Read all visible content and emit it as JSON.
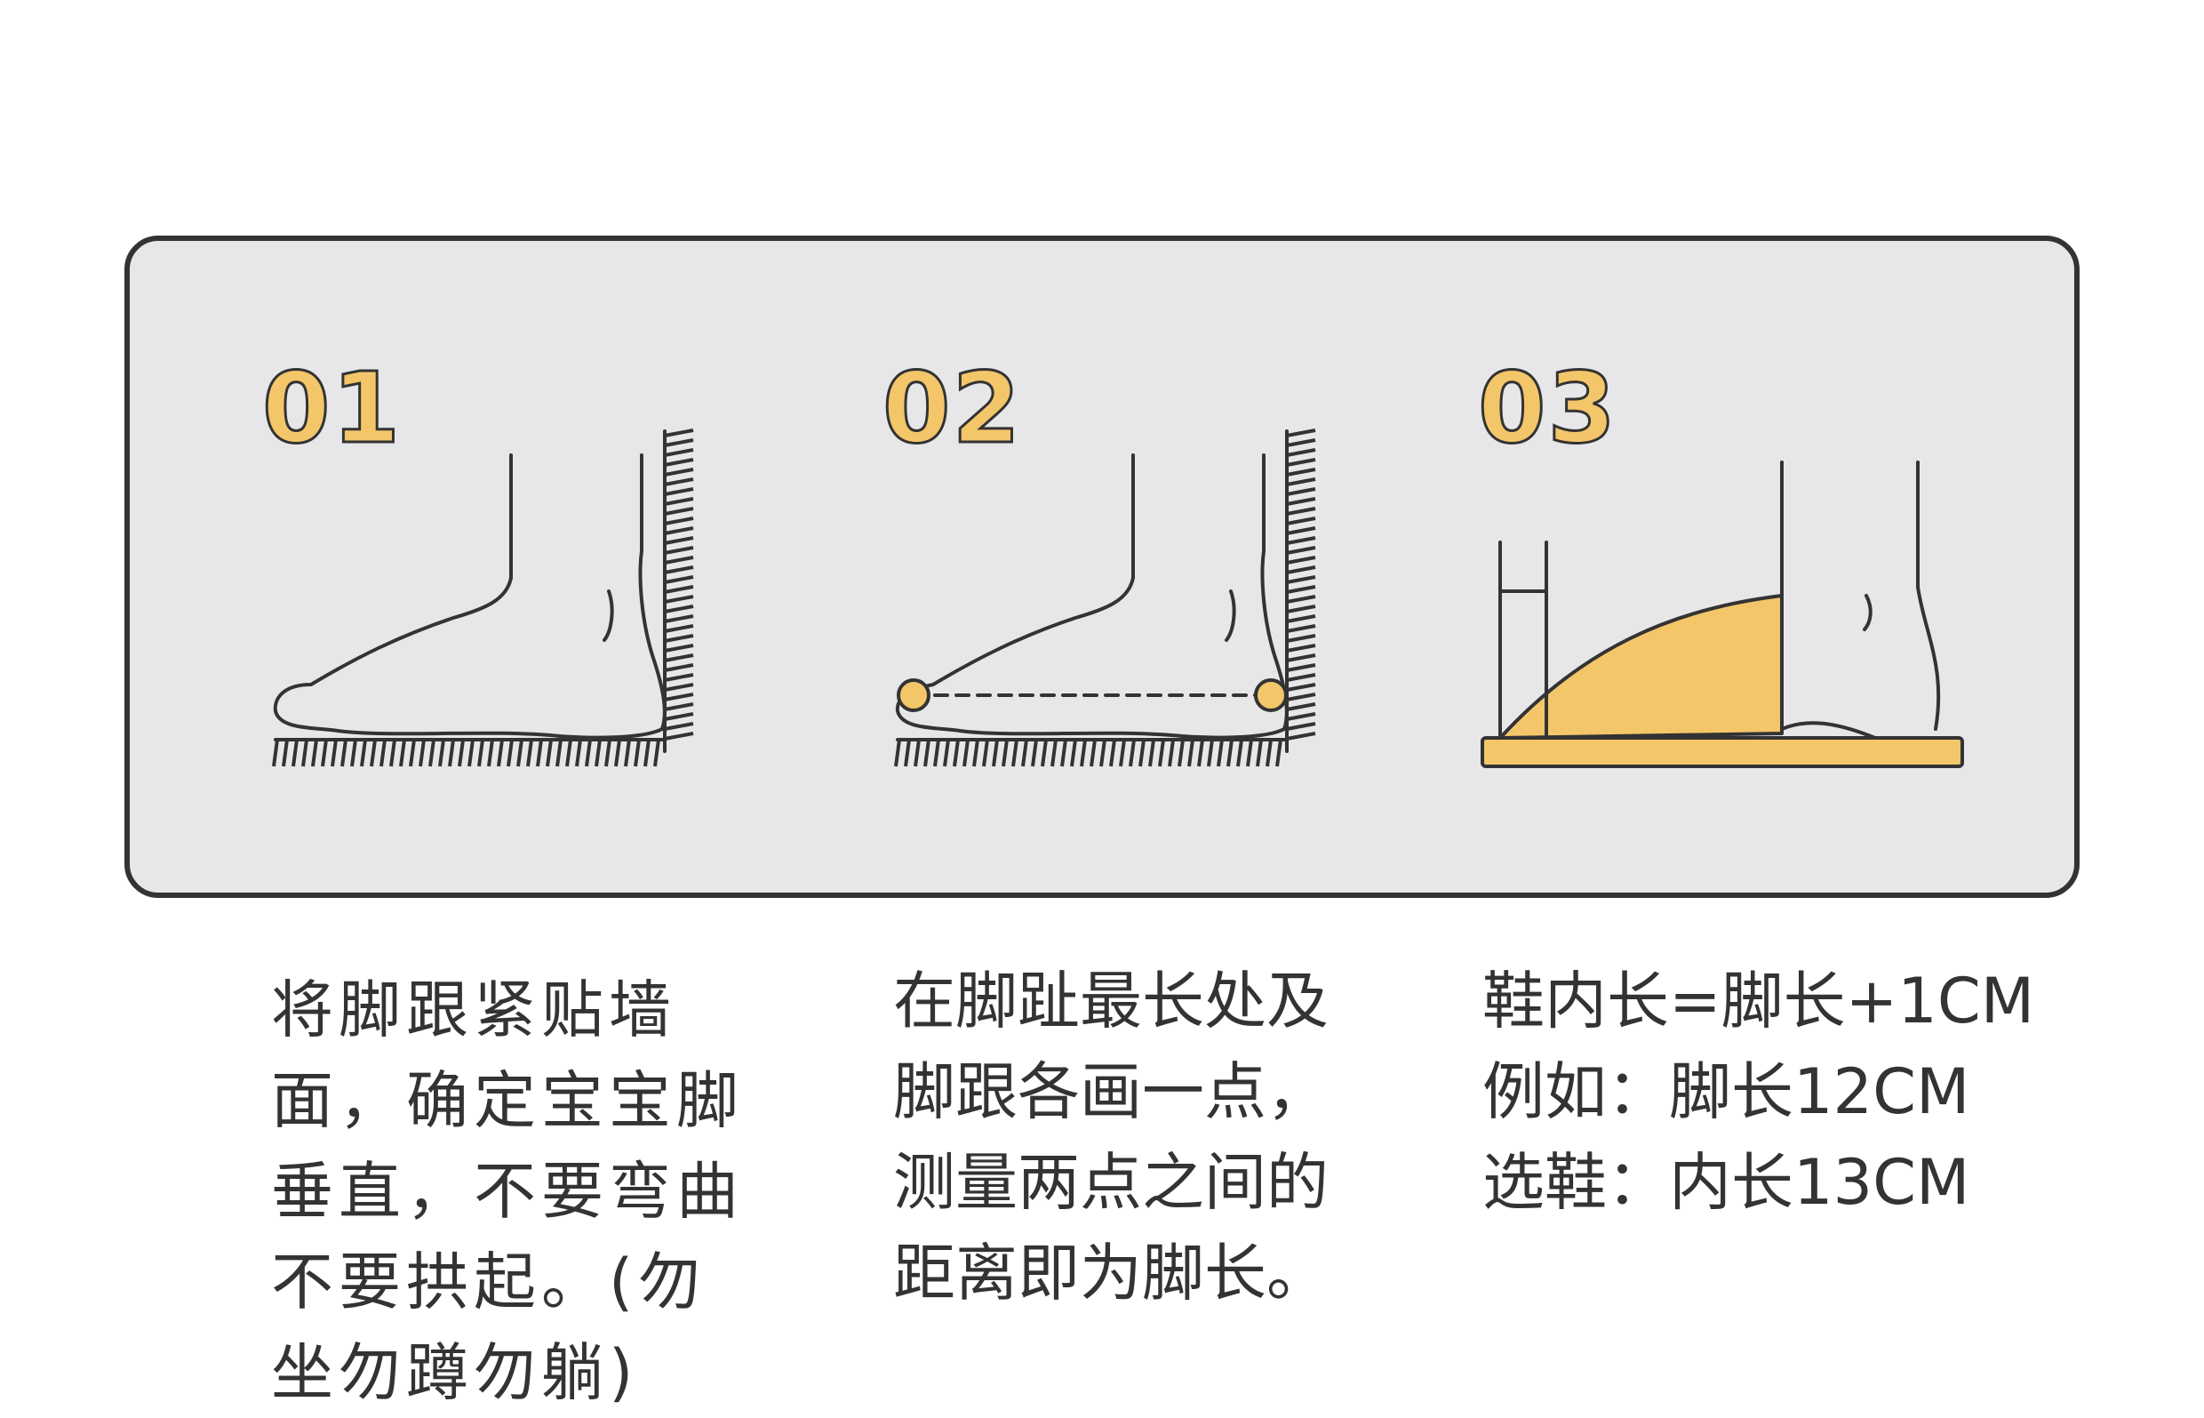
{
  "colors": {
    "accent": "#f4c66a",
    "ink": "#333333",
    "panel": "#e7e7e9"
  },
  "steps": [
    {
      "number": "01",
      "icon": "foot-against-wall-icon",
      "text": "将脚跟紧贴墙\n面，确定宝宝脚\n垂直，不要弯曲\n不要拱起。(勿\n坐勿蹲勿躺)"
    },
    {
      "number": "02",
      "icon": "foot-measure-points-icon",
      "text": "在脚趾最长处及\n脚跟各画一点，\n测量两点之间的\n距离即为脚长。"
    },
    {
      "number": "03",
      "icon": "shoe-inner-length-icon",
      "text": "鞋内长=脚长+1CM\n例如：脚长12CM\n选鞋：内长13CM"
    }
  ]
}
